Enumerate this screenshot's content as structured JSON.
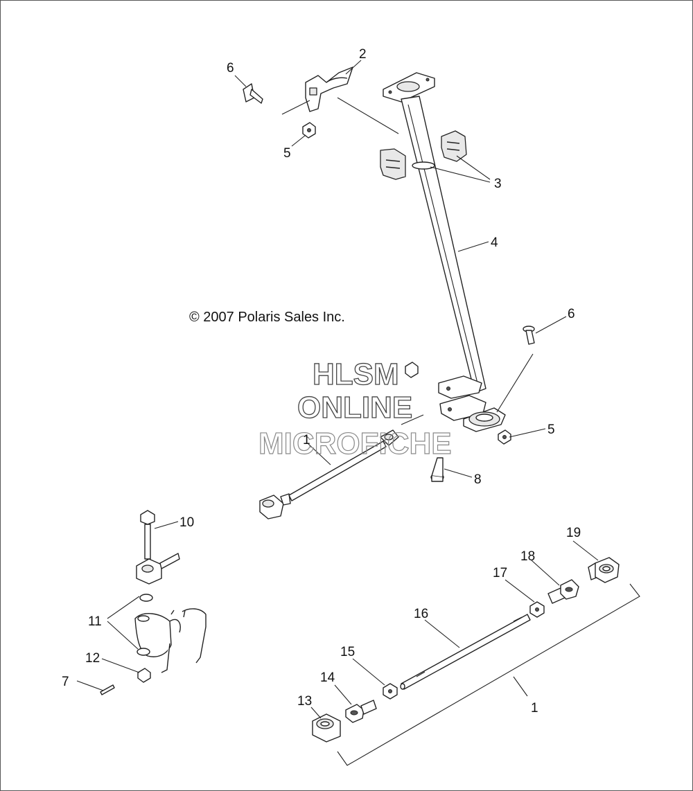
{
  "copyright": "© 2007 Polaris Sales Inc.",
  "watermark": {
    "line1": "HLSM",
    "line2": "ONLINE",
    "line3": "MICROFICHE"
  },
  "callouts": [
    {
      "id": "c2",
      "label": "2"
    },
    {
      "id": "c6a",
      "label": "6"
    },
    {
      "id": "c5a",
      "label": "5"
    },
    {
      "id": "c3",
      "label": "3"
    },
    {
      "id": "c4",
      "label": "4"
    },
    {
      "id": "c6b",
      "label": "6"
    },
    {
      "id": "c5b",
      "label": "5"
    },
    {
      "id": "c1a",
      "label": "1"
    },
    {
      "id": "c8",
      "label": "8"
    },
    {
      "id": "c10",
      "label": "10"
    },
    {
      "id": "c11",
      "label": "11"
    },
    {
      "id": "c12",
      "label": "12"
    },
    {
      "id": "c7",
      "label": "7"
    },
    {
      "id": "c19",
      "label": "19"
    },
    {
      "id": "c18",
      "label": "18"
    },
    {
      "id": "c17",
      "label": "17"
    },
    {
      "id": "c16",
      "label": "16"
    },
    {
      "id": "c15",
      "label": "15"
    },
    {
      "id": "c14",
      "label": "14"
    },
    {
      "id": "c13",
      "label": "13"
    },
    {
      "id": "c1b",
      "label": "1"
    }
  ]
}
